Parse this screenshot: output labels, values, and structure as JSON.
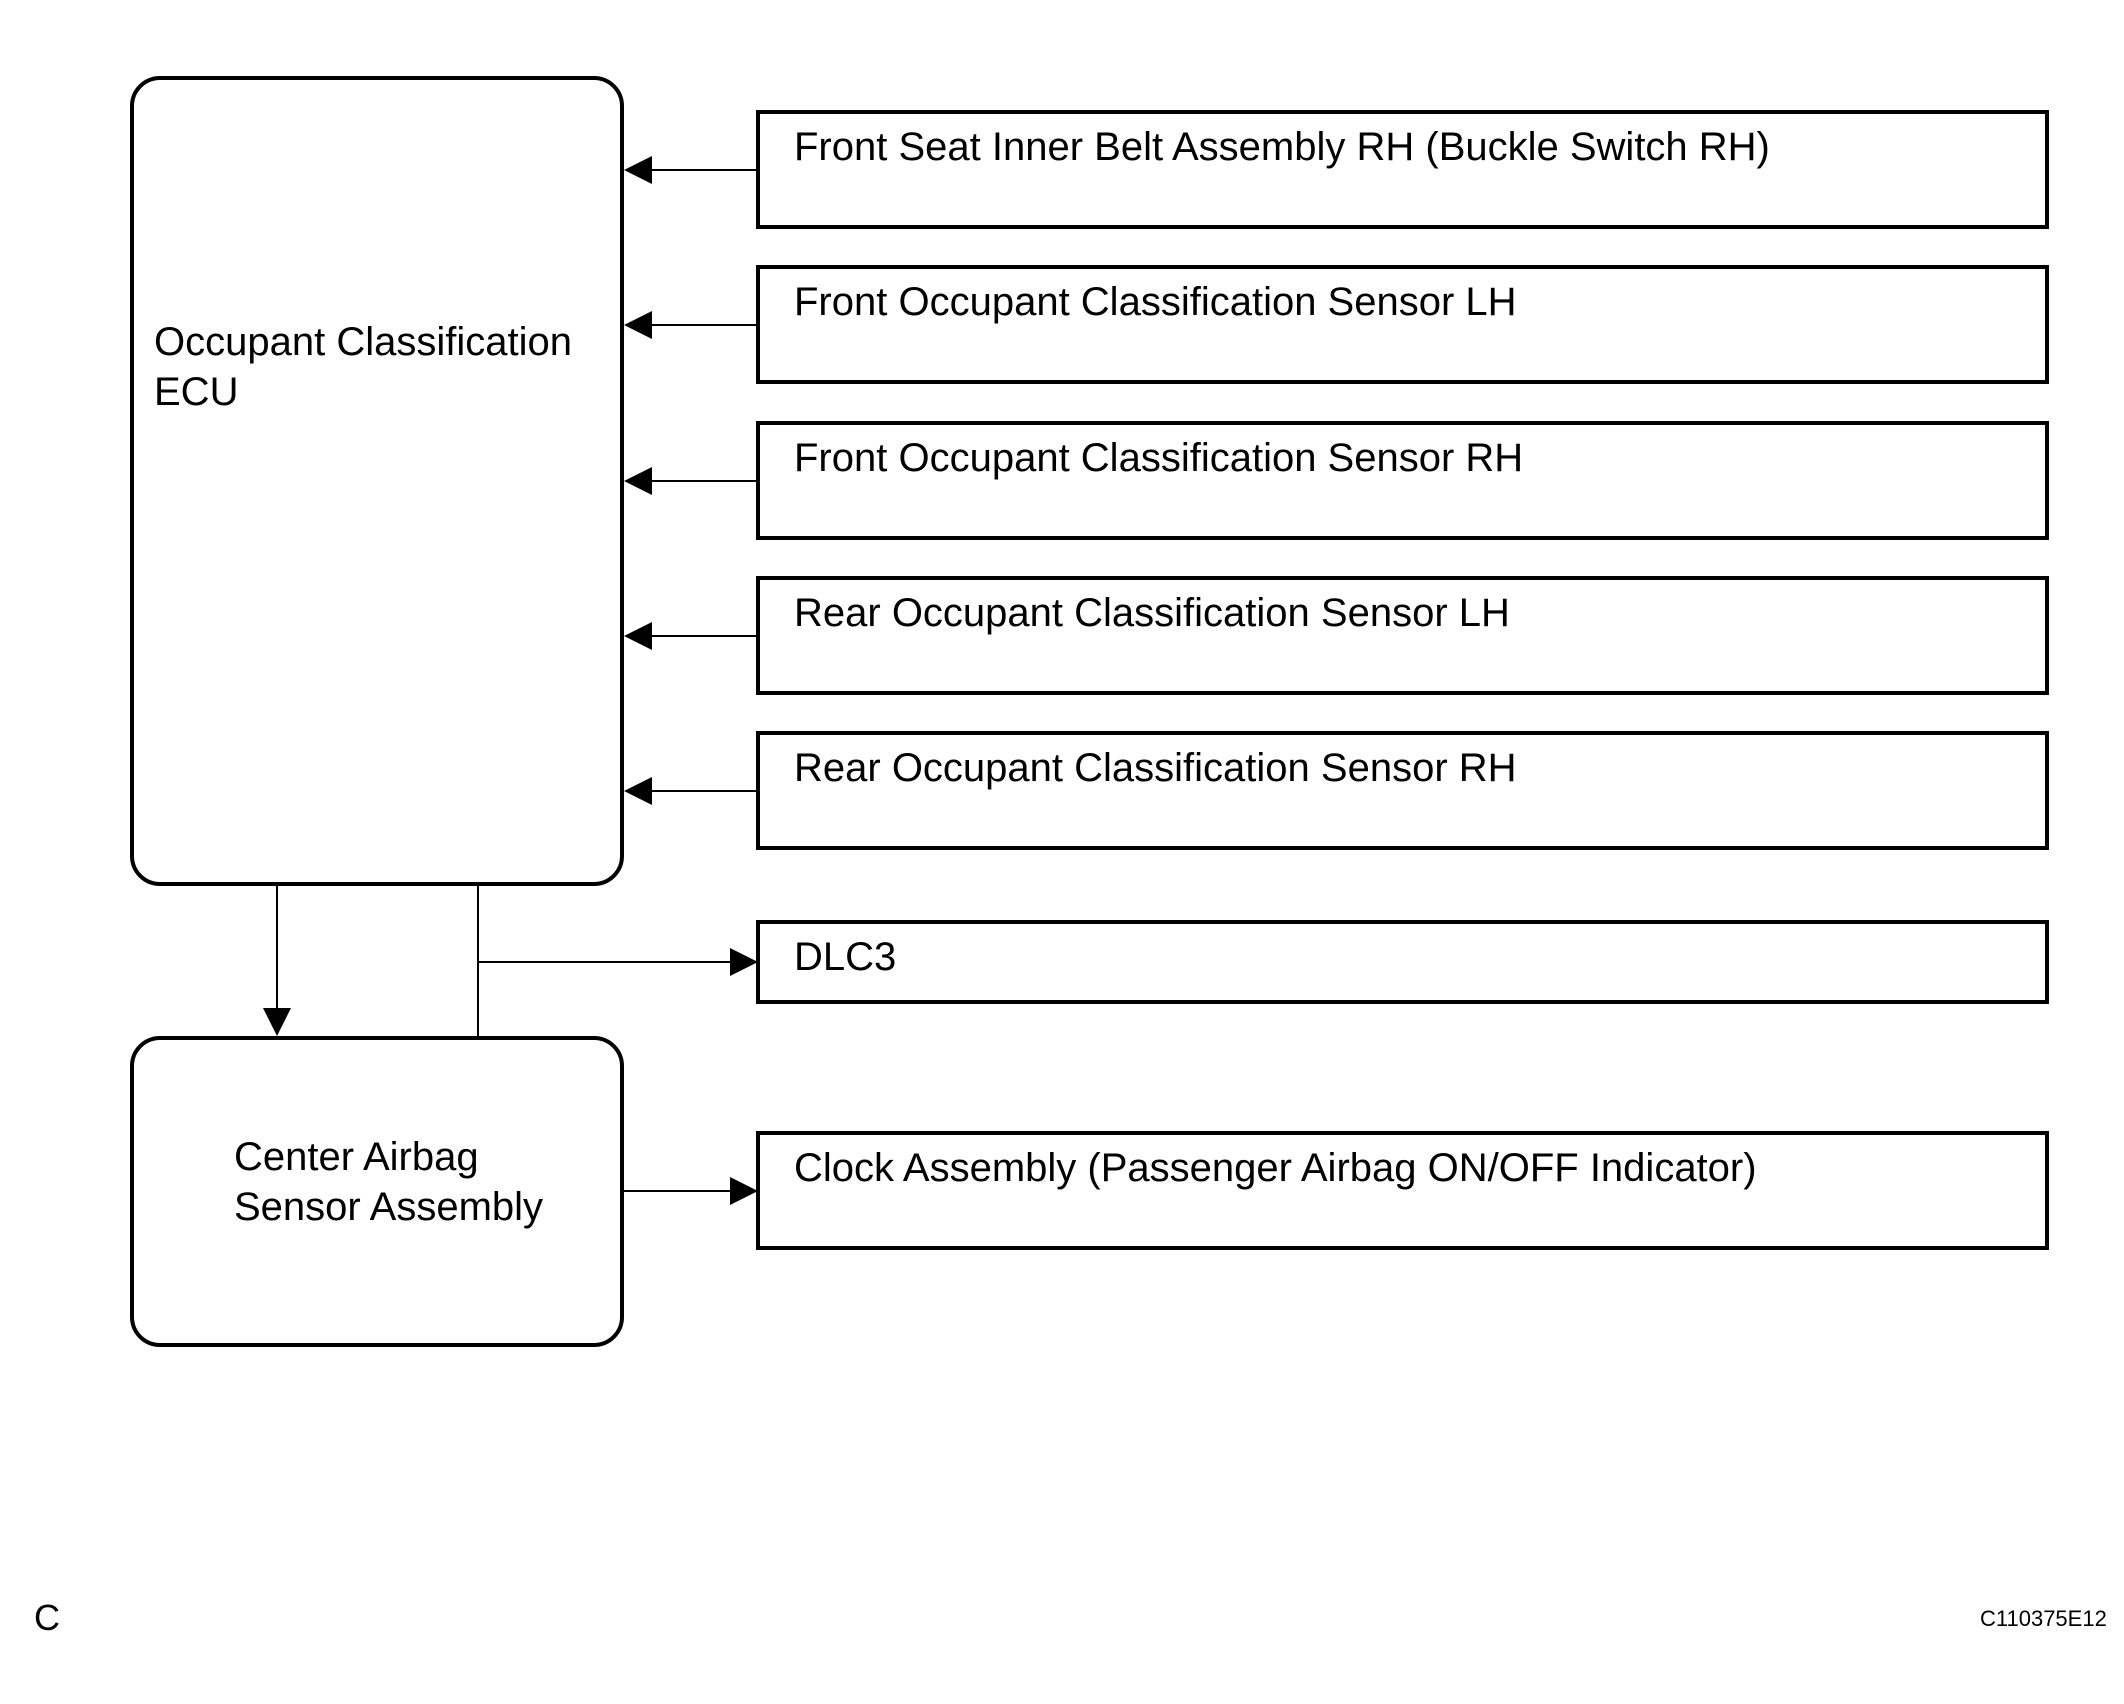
{
  "ecu": {
    "line1": "Occupant Classification",
    "line2": "ECU"
  },
  "airbag_sensor": {
    "line1": "Center Airbag",
    "line2": "Sensor Assembly"
  },
  "components": [
    {
      "label": "Front Seat Inner Belt Assembly RH (Buckle Switch RH)"
    },
    {
      "label": "Front Occupant Classification Sensor LH"
    },
    {
      "label": "Front Occupant Classification Sensor RH"
    },
    {
      "label": "Rear Occupant Classification Sensor LH"
    },
    {
      "label": "Rear Occupant Classification Sensor RH"
    },
    {
      "label": "DLC3"
    },
    {
      "label": "Clock Assembly (Passenger Airbag ON/OFF Indicator)"
    }
  ],
  "footer": {
    "letter": "C",
    "figure_code": "C110375E12"
  }
}
